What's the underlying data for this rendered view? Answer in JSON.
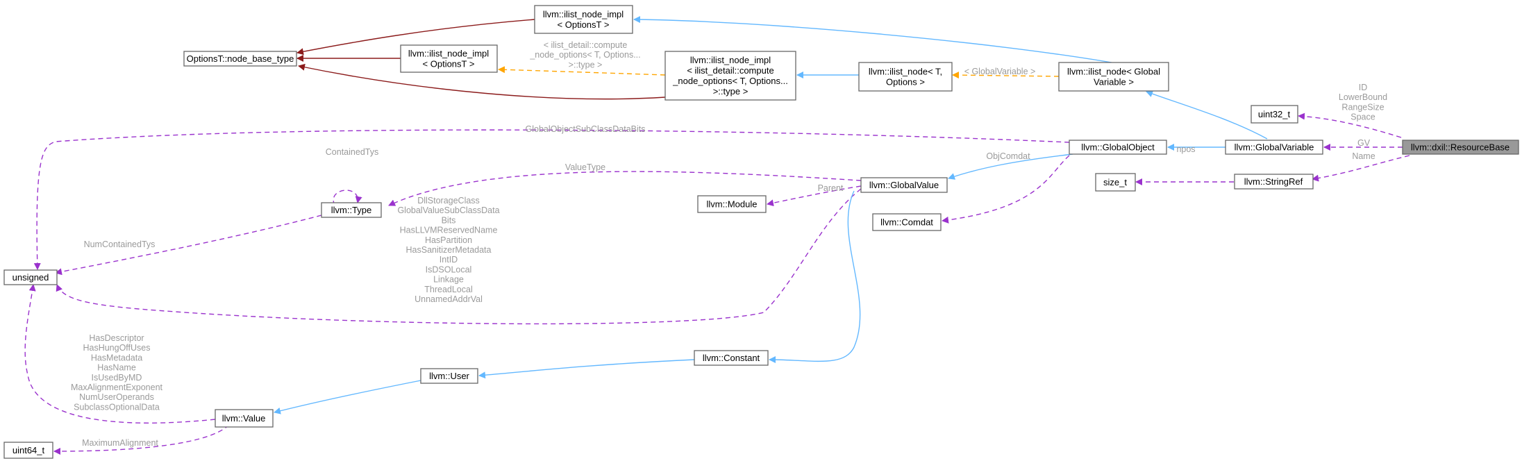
{
  "nodes": {
    "resource_base": {
      "label": [
        "llvm::dxil::ResourceBase"
      ]
    },
    "uint32_t": {
      "label": [
        "uint32_t"
      ]
    },
    "global_variable": {
      "label": [
        "llvm::GlobalVariable"
      ]
    },
    "string_ref": {
      "label": [
        "llvm::StringRef"
      ]
    },
    "size_t": {
      "label": [
        "size_t"
      ]
    },
    "ilist_node_global": {
      "label": [
        "llvm::ilist_node< Global",
        "Variable >"
      ]
    },
    "global_object": {
      "label": [
        "llvm::GlobalObject"
      ]
    },
    "ilist_node_t_options": {
      "label": [
        "llvm::ilist_node< T,",
        "Options >"
      ]
    },
    "ilist_node_impl_options_top": {
      "label": [
        "llvm::ilist_node_impl",
        "< OptionsT >"
      ]
    },
    "ilist_node_impl_options_mid": {
      "label": [
        "llvm::ilist_node_impl",
        "< OptionsT >"
      ]
    },
    "ilist_node_impl_compute": {
      "label": [
        "llvm::ilist_node_impl",
        "< ilist_detail::compute",
        "_node_options< T, Options...",
        ">::type >"
      ]
    },
    "node_base_type": {
      "label": [
        "OptionsT::node_base_type"
      ]
    },
    "global_value": {
      "label": [
        "llvm::GlobalValue"
      ]
    },
    "comdat": {
      "label": [
        "llvm::Comdat"
      ]
    },
    "module": {
      "label": [
        "llvm::Module"
      ]
    },
    "type": {
      "label": [
        "llvm::Type"
      ]
    },
    "unsigned": {
      "label": [
        "unsigned"
      ]
    },
    "constant": {
      "label": [
        "llvm::Constant"
      ]
    },
    "user": {
      "label": [
        "llvm::User"
      ]
    },
    "value": {
      "label": [
        "llvm::Value"
      ]
    },
    "uint64_t": {
      "label": [
        "uint64_t"
      ]
    }
  },
  "edge_labels": {
    "uint32_fields": [
      "ID",
      "LowerBound",
      "RangeSize",
      "Space"
    ],
    "gv": [
      "GV"
    ],
    "name": [
      "Name"
    ],
    "npos": [
      "npos"
    ],
    "global_variable_inst": [
      "< GlobalVariable >"
    ],
    "compute_inst": [
      "< ilist_detail::compute",
      "_node_options< T, Options...",
      ">::type >"
    ],
    "global_object_bits": [
      "GlobalObjectSubClassDataBits"
    ],
    "obj_comdat": [
      "ObjComdat"
    ],
    "parent": [
      "Parent"
    ],
    "value_type": [
      "ValueType"
    ],
    "contained_tys": [
      "ContainedTys"
    ],
    "num_contained_tys": [
      "NumContainedTys"
    ],
    "global_value_fields": [
      "DllStorageClass",
      "GlobalValueSubClassData",
      "Bits",
      "HasLLVMReservedName",
      "HasPartition",
      "HasSanitizerMetadata",
      "IntID",
      "IsDSOLocal",
      "Linkage",
      "ThreadLocal",
      "UnnamedAddrVal"
    ],
    "value_fields": [
      "HasDescriptor",
      "HasHungOffUses",
      "HasMetadata",
      "HasName",
      "IsUsedByMD",
      "MaxAlignmentExponent",
      "NumUserOperands",
      "SubclassOptionalData"
    ],
    "maximum_alignment": [
      "MaximumAlignment"
    ]
  },
  "colors": {
    "inheritance": "#63b8ff",
    "template": "#8b1a1a",
    "usage": "#9a32cd",
    "instantiation": "#ffa500",
    "highlight_fill": "#999999",
    "label_text": "#9a9a9a"
  }
}
